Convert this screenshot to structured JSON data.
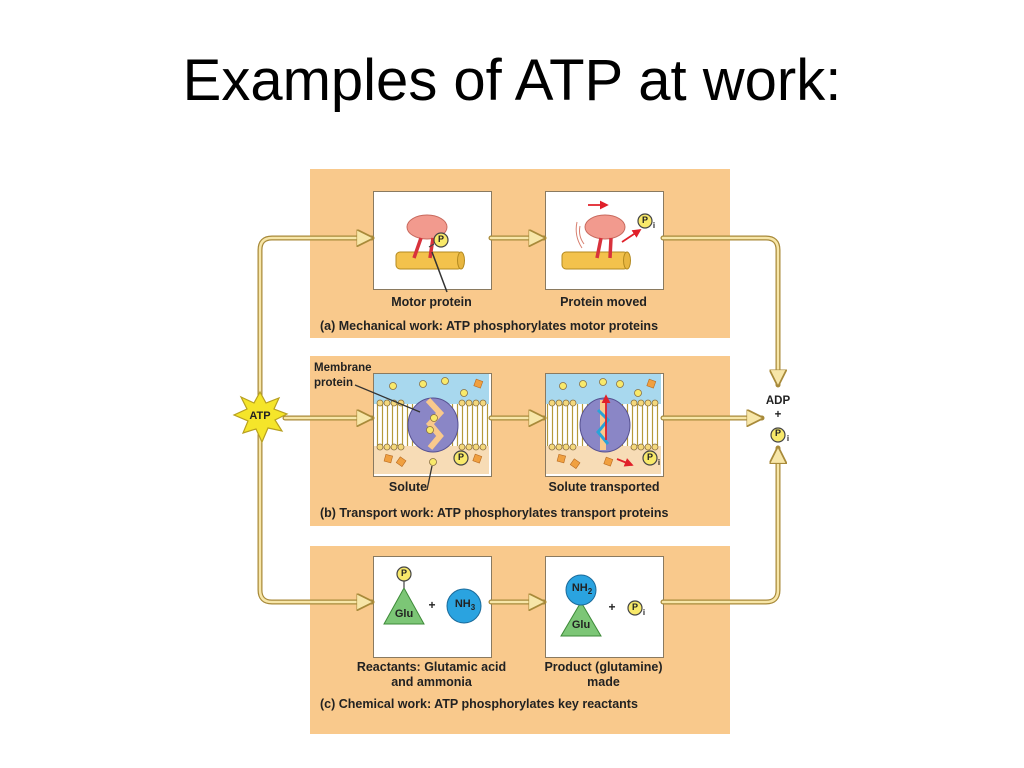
{
  "slide": {
    "title": "Examples of ATP at work:"
  },
  "center": {
    "atp": "ATP",
    "adp": "ADP",
    "plus": "+",
    "pi_letter": "P",
    "pi_sub": "i"
  },
  "panel_a": {
    "box1_label": "Motor protein",
    "box2_label": "Protein moved",
    "caption": "(a) Mechanical work: ATP phosphorylates motor proteins",
    "p_badge": "P"
  },
  "panel_b": {
    "membrane_line1": "Membrane",
    "membrane_line2": "protein",
    "box1_label": "Solute",
    "box2_label": "Solute transported",
    "caption": "(b) Transport work: ATP phosphorylates transport proteins",
    "p_badge": "P"
  },
  "panel_c": {
    "glu": "Glu",
    "nh3": "NH",
    "nh3_sub": "3",
    "nh2": "NH",
    "nh2_sub": "2",
    "plus": "+",
    "box1_label_line1": "Reactants: Glutamic acid",
    "box1_label_line2": "and ammonia",
    "box2_label_line1": "Product (glutamine)",
    "box2_label_line2": "made",
    "caption": "(c) Chemical work: ATP phosphorylates key reactants",
    "p_badge": "P"
  },
  "colors": {
    "panel_bg": "#f9c98c",
    "arrow": "#e8b84a",
    "atp_burst": "#f5e52a",
    "nh_ball": "#2aa3e0",
    "glu_triangle": "#7cc676",
    "motor_red": "#d8323c",
    "membrane_blue": "#a8d8ee"
  }
}
